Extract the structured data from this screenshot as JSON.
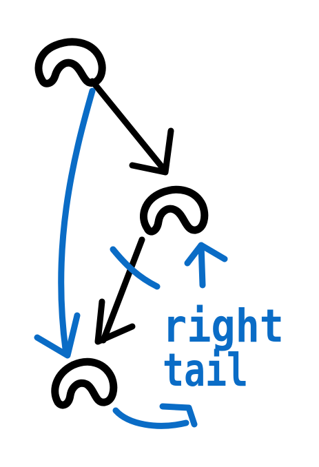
{
  "colors": {
    "ink_black": "#000000",
    "ink_blue": "#0a6cc6",
    "background": "#ffffff"
  },
  "diagram": {
    "nodes": [
      {
        "id": "top-node",
        "shape": "arch"
      },
      {
        "id": "middle-node",
        "shape": "arch"
      },
      {
        "id": "bottom-node",
        "shape": "arch"
      }
    ],
    "edges": [
      {
        "id": "top-to-middle",
        "from": "top-node",
        "to": "middle-node",
        "color": "black"
      },
      {
        "id": "middle-to-bottom",
        "from": "middle-node",
        "to": "bottom-node",
        "color": "black",
        "crossed_out": true
      },
      {
        "id": "top-to-bottom",
        "from": "top-node",
        "to": "bottom-node",
        "color": "blue"
      }
    ],
    "annotation": {
      "line1": "right",
      "line2": "tail"
    }
  }
}
